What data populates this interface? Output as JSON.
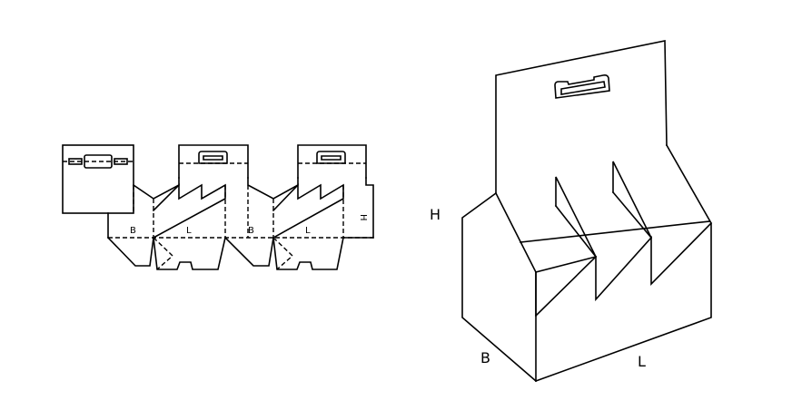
{
  "dieline": {
    "labels": {
      "b_left": "B",
      "l_left": "L",
      "b_right": "B",
      "l_right": "L",
      "h": "H"
    }
  },
  "carrier": {
    "labels": {
      "h": "H",
      "b": "B",
      "l": "L"
    }
  }
}
